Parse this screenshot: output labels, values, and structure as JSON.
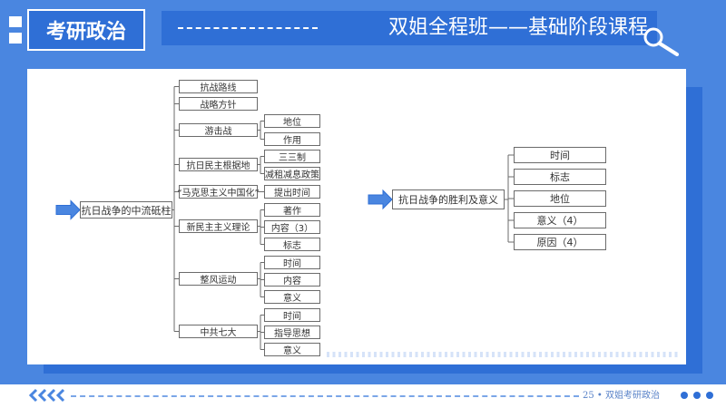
{
  "header": {
    "brand": "考研政治",
    "title": "双姐全程班——基础阶段课程"
  },
  "footer": {
    "page_label": "25 • 双姐考研政治"
  },
  "left_map": {
    "root": "抗日战争的中流砥柱",
    "branches": [
      {
        "label": "抗战路线",
        "children": []
      },
      {
        "label": "战略方针",
        "children": []
      },
      {
        "label": "游击战",
        "children": [
          "地位",
          "作用"
        ]
      },
      {
        "label": "抗日民主根据地",
        "children": [
          "三三制",
          "减租减息政策"
        ]
      },
      {
        "label": "“马克思主义中国化”",
        "children": [
          "提出时间"
        ]
      },
      {
        "label": "新民主主义理论",
        "children": [
          "著作",
          "内容（3）",
          "标志"
        ]
      },
      {
        "label": "整风运动",
        "children": [
          "时间",
          "内容",
          "意义"
        ]
      },
      {
        "label": "中共七大",
        "children": [
          "时间",
          "指导思想",
          "意义"
        ]
      }
    ]
  },
  "right_map": {
    "root": "抗日战争的胜利及意义",
    "children": [
      "时间",
      "标志",
      "地位",
      "意义（4）",
      "原因（4）"
    ]
  },
  "colors": {
    "background": "#4a86e0",
    "panel": "#2f6fd6",
    "arrow": "#4a86e0"
  }
}
